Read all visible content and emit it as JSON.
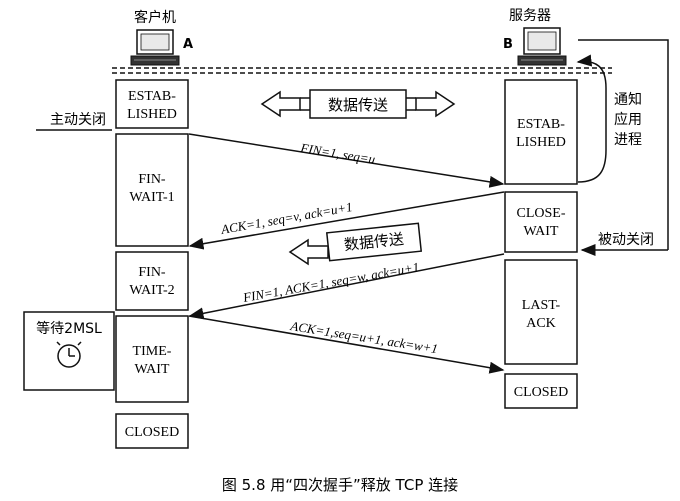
{
  "client": {
    "title": "客户机",
    "tag": "A"
  },
  "server": {
    "title": "服务器",
    "tag": "B"
  },
  "client_states": [
    {
      "line1": "ESTAB-",
      "line2": "LISHED"
    },
    {
      "line1": "FIN-",
      "line2": "WAIT-1"
    },
    {
      "line1": "FIN-",
      "line2": "WAIT-2"
    },
    {
      "line1": "TIME-",
      "line2": "WAIT"
    },
    {
      "line1": "CLOSED",
      "line2": ""
    }
  ],
  "server_states": [
    {
      "line1": "ESTAB-",
      "line2": "LISHED"
    },
    {
      "line1": "CLOSE-",
      "line2": "WAIT"
    },
    {
      "line1": "LAST-",
      "line2": "ACK"
    },
    {
      "line1": "CLOSED",
      "line2": ""
    }
  ],
  "messages": {
    "m1": "FIN=1, seq=u",
    "m2": "ACK=1, seq=v, ack=u+1",
    "m3": "FIN=1, ACK=1, seq=w, ack=u+1",
    "m4": "ACK=1,seq=u+1, ack=w+1"
  },
  "labels": {
    "active_close": "主动关闭",
    "passive_close": "被动关闭",
    "notify_app": [
      "通知",
      "应用",
      "进程"
    ],
    "data_transfer_1": "数据传送",
    "data_transfer_2": "数据传送",
    "wait_2msl": "等待2MSL"
  },
  "caption": "图 5.8   用“四次握手”释放 TCP 连接"
}
